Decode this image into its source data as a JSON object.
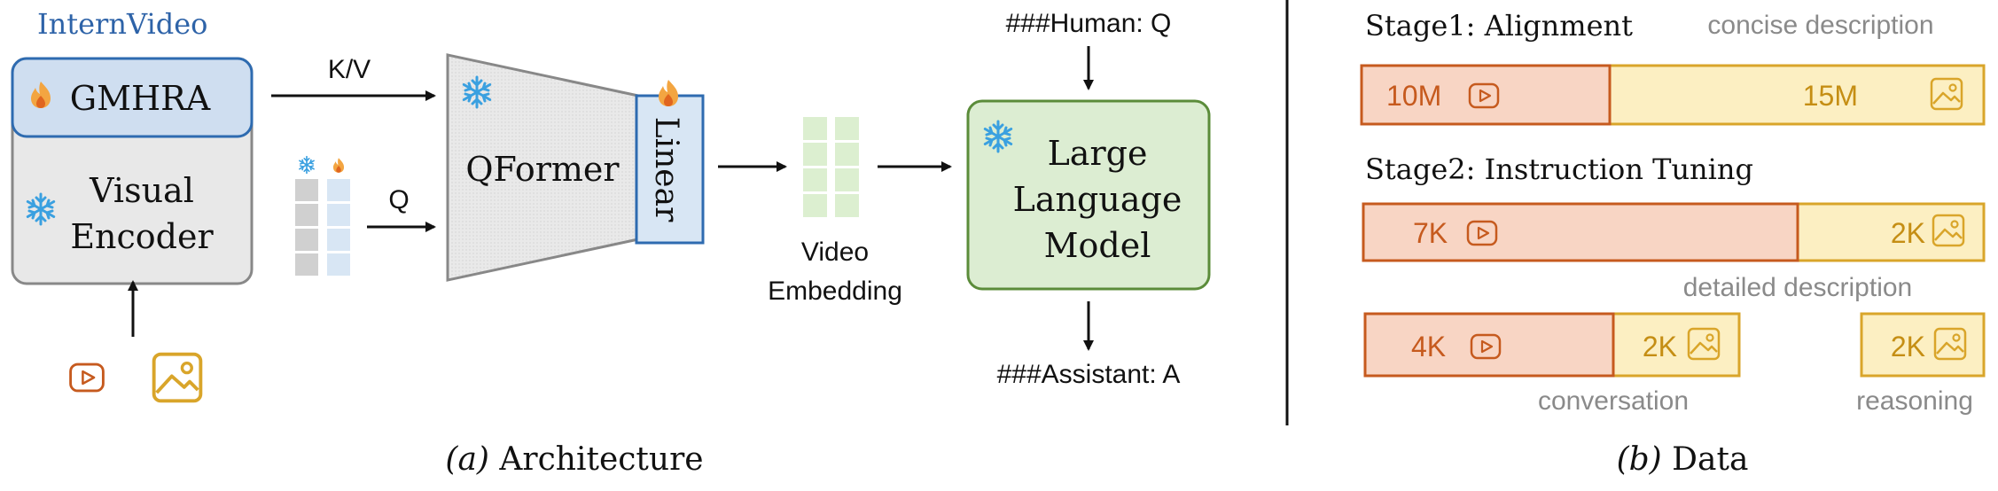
{
  "architecture": {
    "internvideo_label": "InternVideo",
    "gmhra_label": "GMHRA",
    "visual_encoder_line1": "Visual",
    "visual_encoder_line2": "Encoder",
    "kv_label": "K/V",
    "q_label": "Q",
    "qformer_label": "QFormer",
    "linear_label": "Linear",
    "video_embedding_line1": "Video",
    "video_embedding_line2": "Embedding",
    "llm_line1": "Large",
    "llm_line2": "Language",
    "llm_line3": "Model",
    "human_prompt": "###Human: Q",
    "assistant_reply": "###Assistant: A",
    "caption_prefix": "(a)",
    "caption_text": " Architecture"
  },
  "data_panel": {
    "stage1_title": "Stage1: Alignment",
    "stage1_note": "concise description",
    "stage1_video_count": "10M",
    "stage1_image_count": "15M",
    "stage2_title": "Stage2: Instruction Tuning",
    "detailed_video_count": "7K",
    "detailed_image_count": "2K",
    "detailed_note": "detailed description",
    "conversation_video_count": "4K",
    "conversation_image_count": "2K",
    "conversation_note": "conversation",
    "reasoning_image_count": "2K",
    "reasoning_note": "reasoning",
    "caption_prefix": "(b)",
    "caption_text": " Data"
  },
  "colors": {
    "video_fill": "#f8d5c4",
    "video_stroke": "#c65a1e",
    "image_fill": "#fcefc2",
    "image_stroke": "#d9a52a",
    "gmhra_fill": "#cfdef0",
    "blue_stroke": "#2e6bb0",
    "encoder_fill": "#e8e8e8",
    "llm_fill": "#dcedd2",
    "llm_stroke": "#5b8c3a",
    "note_text": "#8a8a8a",
    "snow": "#3aa0e0"
  }
}
